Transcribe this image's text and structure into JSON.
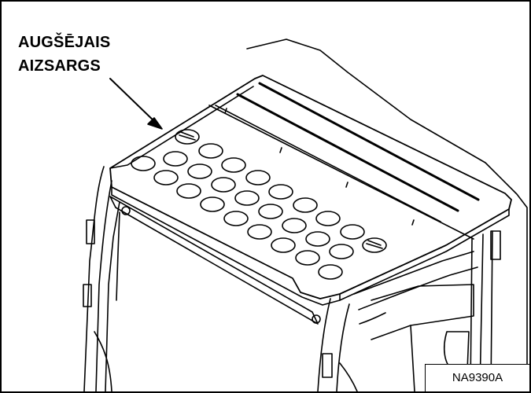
{
  "callout": {
    "line1": "AUGŠĒJAIS",
    "line2": "AIZSARGS"
  },
  "figure_id": "NA9390A",
  "colors": {
    "stroke": "#000000",
    "background": "#ffffff"
  }
}
